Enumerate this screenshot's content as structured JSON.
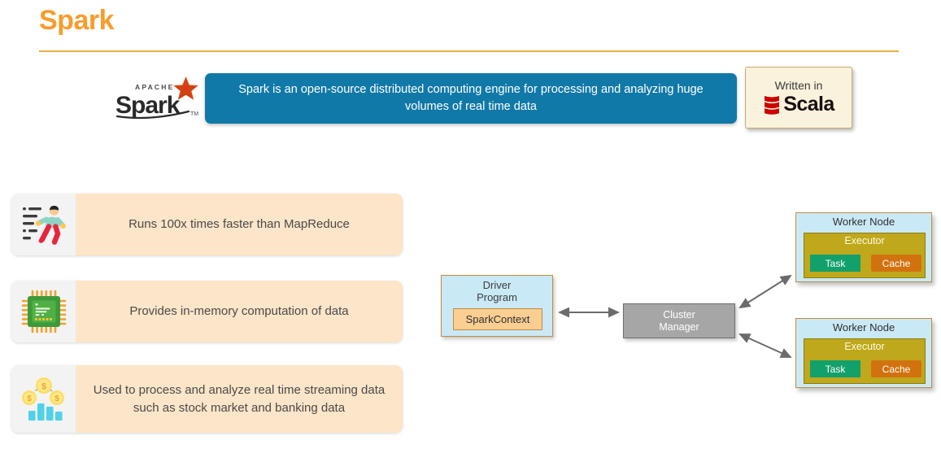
{
  "slide": {
    "title": "Spark"
  },
  "logo": {
    "brand_top": "APACHE",
    "brand_name": "Spark",
    "trademark": "TM"
  },
  "banner": {
    "text": "Spark is an open-source distributed computing engine for processing and analyzing huge volumes of real time data",
    "color": "#1179A8"
  },
  "language_badge": {
    "caption": "Written in",
    "language": "Scala",
    "logo_color": "#CC0000",
    "background": "#F9F2DC",
    "border": "#C9A96A"
  },
  "features": [
    {
      "icon": "running-person-icon",
      "text": "Runs 100x times faster than MapReduce"
    },
    {
      "icon": "cpu-chip-icon",
      "text": "Provides in-memory computation of data"
    },
    {
      "icon": "coins-bar-chart-icon",
      "text": "Used to process and analyze real time streaming data such as stock market and banking data"
    }
  ],
  "architecture": {
    "driver": {
      "title_line1": "Driver",
      "title_line2": "Program",
      "inner_label": "SparkContext",
      "background": "#CAE9F7",
      "inner_background": "#FBCE92"
    },
    "cluster_manager": {
      "title_line1": "Cluster",
      "title_line2": "Manager",
      "background": "#A6A6A6"
    },
    "workers": [
      {
        "title": "Worker Node",
        "executor": "Executor",
        "task": "Task",
        "cache": "Cache"
      },
      {
        "title": "Worker Node",
        "executor": "Executor",
        "task": "Task",
        "cache": "Cache"
      }
    ],
    "colors": {
      "executor": "#BFA81B",
      "task": "#12A06B",
      "cache": "#D2720F",
      "arrow": "#6B6B6B"
    }
  },
  "theme": {
    "title_color": "#F89C2C",
    "rule_color": "#E8AE44",
    "card_body": "#FCE5C8",
    "card_icon_panel": "#F3F3F3"
  }
}
